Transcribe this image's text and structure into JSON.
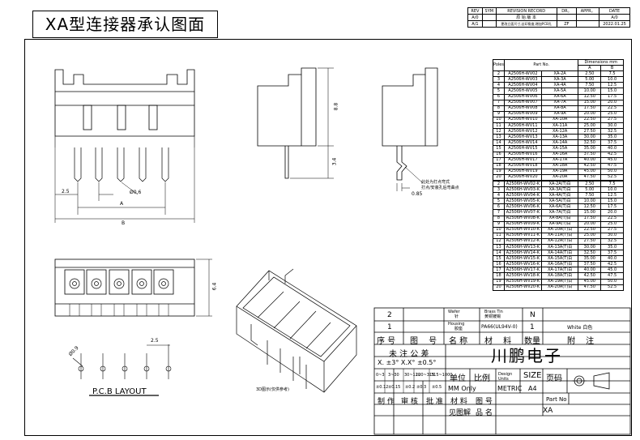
{
  "title": "XA型连接器承认图面",
  "revision": {
    "headers": [
      "REV",
      "SYM",
      "REVISION RECORD",
      "DR。",
      "APPR。",
      "DATE"
    ],
    "rows": [
      {
        "rev": "A/0",
        "sym": "",
        "record": "原 始 版 本",
        "dr": "",
        "appr": "",
        "date": "A/0"
      },
      {
        "rev": "A/1",
        "sym": "",
        "record": "更改立面尺寸,丝印角度,增加PCB孔",
        "dr": "ZF",
        "appr": "",
        "date": "2022.01.25"
      }
    ]
  },
  "dims": {
    "header": {
      "poles": "Poles",
      "part": "Part No.",
      "dimensions": "Dimensions mm",
      "a": "A",
      "b": "B"
    },
    "straight": [
      {
        "p": "2",
        "n": "A2506H-WV02",
        "x": "XA-2A",
        "a": "2.50",
        "b": "7.5"
      },
      {
        "p": "3",
        "n": "A2506H-WV03",
        "x": "XA-3A",
        "a": "5.00",
        "b": "10.0"
      },
      {
        "p": "4",
        "n": "A2506H-WV04",
        "x": "XA-4A",
        "a": "7.50",
        "b": "12.5"
      },
      {
        "p": "5",
        "n": "A2506H-WV05",
        "x": "XA-5A",
        "a": "10.00",
        "b": "15.0"
      },
      {
        "p": "6",
        "n": "A2506H-WV06",
        "x": "XA-6A",
        "a": "12.50",
        "b": "17.5"
      },
      {
        "p": "7",
        "n": "A2506H-WV07",
        "x": "XA-7A",
        "a": "15.00",
        "b": "20.0"
      },
      {
        "p": "8",
        "n": "A2506H-WV08",
        "x": "XA-8A",
        "a": "17.50",
        "b": "22.5"
      },
      {
        "p": "9",
        "n": "A2506H-WV09",
        "x": "XA-9A",
        "a": "20.00",
        "b": "25.0"
      },
      {
        "p": "10",
        "n": "A2506H-WV10",
        "x": "XA-10A",
        "a": "22.50",
        "b": "27.5"
      },
      {
        "p": "11",
        "n": "A2506H-WV11",
        "x": "XA-11A",
        "a": "25.00",
        "b": "30.0"
      },
      {
        "p": "12",
        "n": "A2506H-WV12",
        "x": "XA-12A",
        "a": "27.50",
        "b": "32.5"
      },
      {
        "p": "13",
        "n": "A2506H-WV13",
        "x": "XA-13A",
        "a": "30.00",
        "b": "35.0"
      },
      {
        "p": "14",
        "n": "A2506H-WV14",
        "x": "XA-14A",
        "a": "32.50",
        "b": "37.5"
      },
      {
        "p": "15",
        "n": "A2506H-WV15",
        "x": "XA-15A",
        "a": "35.00",
        "b": "40.0"
      },
      {
        "p": "16",
        "n": "A2506H-WV16",
        "x": "XA-16A",
        "a": "37.50",
        "b": "42.5"
      },
      {
        "p": "17",
        "n": "A2506H-WV17",
        "x": "XA-17A",
        "a": "40.00",
        "b": "45.0"
      },
      {
        "p": "18",
        "n": "A2506H-WV18",
        "x": "XA-18A",
        "a": "42.50",
        "b": "47.5"
      },
      {
        "p": "19",
        "n": "A2506H-WV19",
        "x": "XA-19A",
        "a": "45.00",
        "b": "50.0"
      },
      {
        "p": "20",
        "n": "A2506H-WV20",
        "x": "XA-20A",
        "a": "47.50",
        "b": "52.5"
      }
    ],
    "bent": [
      {
        "p": "2",
        "n": "A2506H-WV02-K",
        "x": "XA-2A(T)白",
        "a": "2.50",
        "b": "7.5"
      },
      {
        "p": "3",
        "n": "A2506H-WV03-K",
        "x": "XA-3A(T)白",
        "a": "5.00",
        "b": "10.0"
      },
      {
        "p": "4",
        "n": "A2506H-WV04-K",
        "x": "XA-4A(T)白",
        "a": "7.50",
        "b": "12.5"
      },
      {
        "p": "5",
        "n": "A2506H-WV05-K",
        "x": "XA-5A(T)白",
        "a": "10.00",
        "b": "15.0"
      },
      {
        "p": "6",
        "n": "A2506H-WV06-K",
        "x": "XA-6A(T)白",
        "a": "12.50",
        "b": "17.5"
      },
      {
        "p": "7",
        "n": "A2506H-WV07-K",
        "x": "XA-7A(T)白",
        "a": "15.00",
        "b": "20.0"
      },
      {
        "p": "8",
        "n": "A2506H-WV08-K",
        "x": "XA-8A(T)白",
        "a": "17.50",
        "b": "22.5"
      },
      {
        "p": "9",
        "n": "A2506H-WV09-K",
        "x": "XA-9A(T)白",
        "a": "20.00",
        "b": "25.0"
      },
      {
        "p": "10",
        "n": "A2506H-WV10-K",
        "x": "XA-10A(T)白",
        "a": "22.50",
        "b": "27.5"
      },
      {
        "p": "11",
        "n": "A2506H-WV11-K",
        "x": "XA-11A(T)白",
        "a": "25.00",
        "b": "30.0"
      },
      {
        "p": "12",
        "n": "A2506H-WV12-K",
        "x": "XA-12A(T)白",
        "a": "27.50",
        "b": "32.5"
      },
      {
        "p": "13",
        "n": "A2506H-WV13-K",
        "x": "XA-13A(T)白",
        "a": "30.00",
        "b": "35.0"
      },
      {
        "p": "14",
        "n": "A2506H-WV14-K",
        "x": "XA-14A(T)白",
        "a": "32.50",
        "b": "37.5"
      },
      {
        "p": "15",
        "n": "A2506H-WV15-K",
        "x": "XA-15A(T)白",
        "a": "35.00",
        "b": "40.0"
      },
      {
        "p": "16",
        "n": "A2506H-WV16-K",
        "x": "XA-16A(T)白",
        "a": "37.50",
        "b": "42.5"
      },
      {
        "p": "17",
        "n": "A2506H-WV17-K",
        "x": "XA-17A(T)白",
        "a": "40.00",
        "b": "45.0"
      },
      {
        "p": "18",
        "n": "A2506H-WV18-K",
        "x": "XA-18A(T)白",
        "a": "42.50",
        "b": "47.5"
      },
      {
        "p": "19",
        "n": "A2506H-WV19-K",
        "x": "XA-19A(T)白",
        "a": "45.00",
        "b": "50.0"
      },
      {
        "p": "20",
        "n": "A2506H-WV20-K",
        "x": "XA-20A(T)白",
        "a": "47.50",
        "b": "52.5"
      }
    ]
  },
  "drawing": {
    "dim_2_5": "2.5",
    "dim_hole": "Ø0.6",
    "dim_a": "A",
    "dim_b": "B",
    "dim_8_8": "8.8",
    "dim_3_4": "3.4",
    "dim_0_85": "0.85",
    "dim_6_4": "6.4",
    "bent_note_1": "此处为打点弯式",
    "bent_note_2": "打点/安装孔后弯曲点",
    "iso_caption": "3D图示(仅供参考)",
    "pcb_dim_hole": "Ø0.9",
    "pcb_dim_pitch": "2.5",
    "pcb_label": "P.C.B LAYOUT"
  },
  "bom": {
    "rows": [
      {
        "seq": "2",
        "drawing": "",
        "name_en": "Wafer",
        "name_cn": "针",
        "material_en": "Brass Tin",
        "material_cn": "黄铜镀锡",
        "qty": "N",
        "note": ""
      },
      {
        "seq": "1",
        "drawing": "",
        "name_en": "Housing",
        "name_cn": "胶座",
        "material_en": "PA66(UL94V-0)",
        "material_cn": "",
        "qty": "1",
        "note": "White 白色"
      }
    ],
    "headers": [
      "序 号",
      "图　 号",
      "名 称",
      "材　 料",
      "数量",
      "附　 注"
    ]
  },
  "titleblock": {
    "tolerance_label": "未 注 公 差",
    "tol_x": "X.   ±3°  X.X°  ±0.5°",
    "tol_ranges": [
      "0~3",
      "3~30",
      "30~120",
      "120~315",
      "315~1000"
    ],
    "tol_values": [
      "±0.12",
      "±0.15",
      "±0.2",
      "±0.3",
      "±0.5"
    ],
    "company": "川鹏电子",
    "unit_label": "单位",
    "scale_label": "比例",
    "design_units": "Design Units",
    "size_label": "SIZE",
    "page_label": "页码",
    "unit_value": "MM Only",
    "scale_value": "METRIC",
    "size_value": "A4",
    "roles": [
      "制 作",
      "审 核",
      "批 准",
      "材 料",
      "图 号"
    ],
    "part_no_label": "Part No",
    "see_drawing": "见图解",
    "product_label": "品 名",
    "product_value": "XA"
  }
}
